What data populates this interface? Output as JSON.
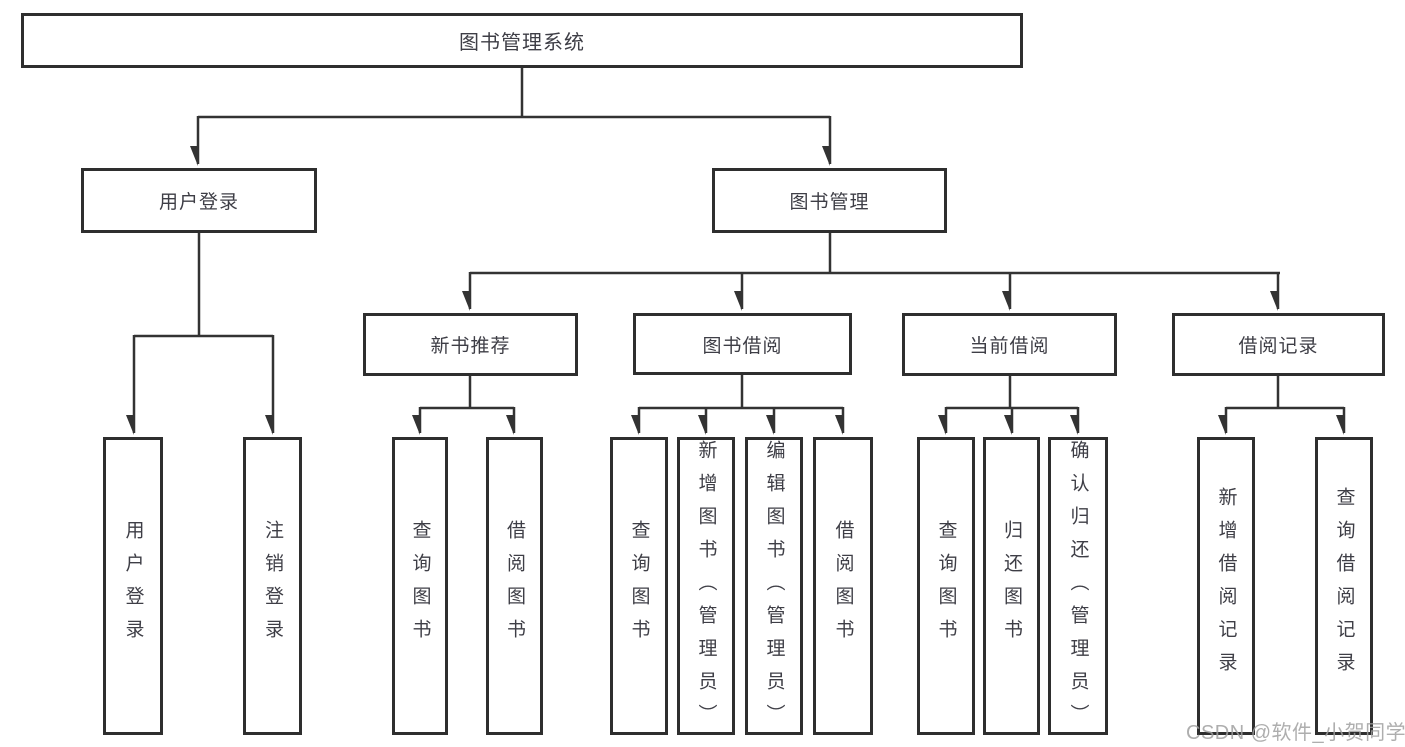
{
  "tree": {
    "root": {
      "label": "图书管理系统"
    },
    "level2": [
      {
        "label": "用户登录"
      },
      {
        "label": "图书管理"
      }
    ],
    "level3": [
      {
        "label": "新书推荐"
      },
      {
        "label": "图书借阅"
      },
      {
        "label": "当前借阅"
      },
      {
        "label": "借阅记录"
      }
    ],
    "leafGroups": [
      {
        "items": [
          {
            "label": "用户登录"
          },
          {
            "label": "注销登录"
          }
        ]
      },
      {
        "items": [
          {
            "label": "查询图书"
          },
          {
            "label": "借阅图书"
          }
        ]
      },
      {
        "items": [
          {
            "label": "查询图书"
          },
          {
            "label": "新增图书（管理员）"
          },
          {
            "label": "编辑图书（管理员）"
          },
          {
            "label": "借阅图书"
          }
        ]
      },
      {
        "items": [
          {
            "label": "查询图书"
          },
          {
            "label": "归还图书"
          },
          {
            "label": "确认归还（管理员）"
          }
        ]
      },
      {
        "items": [
          {
            "label": "新增借阅记录"
          },
          {
            "label": "查询借阅记录"
          }
        ]
      }
    ]
  },
  "watermark": {
    "text": "CSDN @软件_小贺同学"
  },
  "colors": {
    "line": "#333333",
    "box_border": "#2e2e2e",
    "text": "#3e3e46",
    "watermark": "#a0a0a0",
    "background": "#ffffff"
  }
}
